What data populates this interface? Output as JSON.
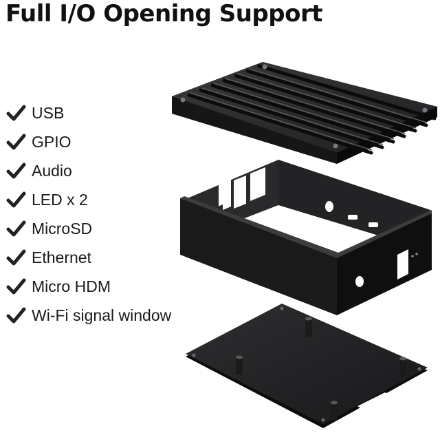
{
  "title": "Full I/O Opening Support",
  "features": [
    {
      "label": "USB",
      "icon": "check-icon"
    },
    {
      "label": "GPIO",
      "icon": "check-icon"
    },
    {
      "label": "Audio",
      "icon": "check-icon"
    },
    {
      "label": "LED x 2",
      "icon": "check-icon"
    },
    {
      "label": "MicroSD",
      "icon": "check-icon"
    },
    {
      "label": "Ethernet",
      "icon": "check-icon"
    },
    {
      "label": "Micro HDM",
      "icon": "check-icon"
    },
    {
      "label": "Wi-Fi signal window",
      "icon": "check-icon"
    }
  ],
  "colors": {
    "text": "#111111",
    "case": "#1c1c1e"
  }
}
